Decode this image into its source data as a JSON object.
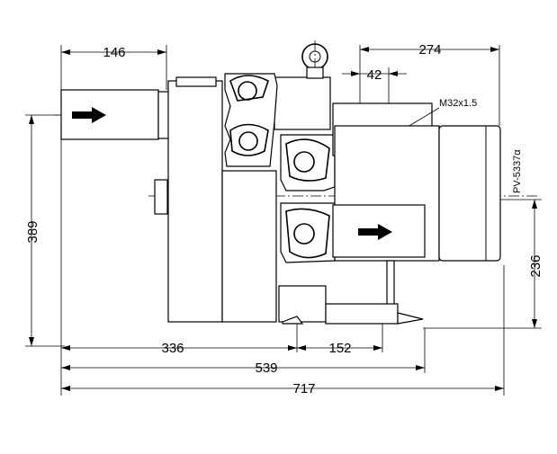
{
  "dimensions": {
    "inlet_length": "146",
    "connector_offset": "274",
    "connector_spacing": "42",
    "thread_label": "M32x1.5",
    "model_code": "PV-5337α",
    "total_height": "389",
    "axis_height": "236",
    "foot_position": "336",
    "foot_width": "152",
    "body_length": "539",
    "overall_length": "717"
  },
  "colors": {
    "line": "#000000",
    "background": "#ffffff"
  }
}
